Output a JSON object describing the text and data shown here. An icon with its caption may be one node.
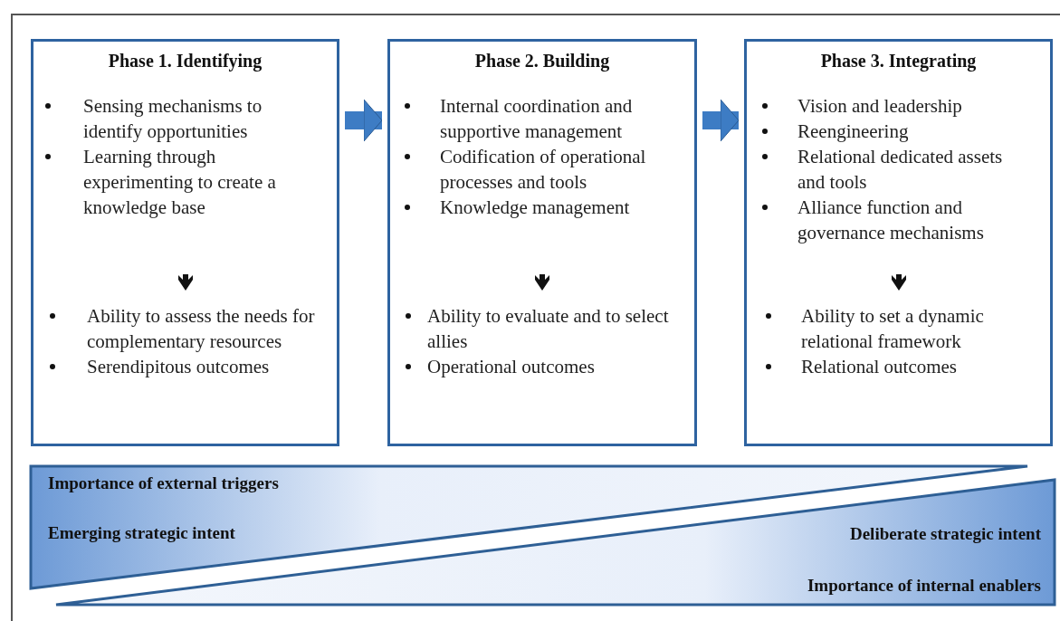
{
  "diagram": {
    "nodes": [
      {
        "text": [
          "Phase 1. Identifying",
          "Sensing mechanisms to identify opportunities",
          "Learning through experimenting to create a knowledge base",
          "Ability to assess the needs for complementary resources",
          "Serendipitous outcomes"
        ]
      },
      {
        "text": [
          "Phase 2. Building",
          "Internal coordination and supportive management",
          "Codification of operational processes and tools",
          "Knowledge management",
          "Ability to evaluate and to select allies",
          "Operational outcomes"
        ]
      },
      {
        "text": [
          "Phase 3.  Integrating",
          "Vision and leadership",
          "Reengineering",
          "Relational dedicated assets and tools",
          "Alliance function and governance mechanisms",
          "Ability to set a dynamic relational framework",
          "Relational outcomes"
        ]
      },
      {
        "text": [
          "Importance of external triggers",
          "Emerging strategic intent"
        ]
      },
      {
        "text": [
          "Deliberate strategic intent",
          "Importance of internal enablers"
        ]
      }
    ],
    "edges": [
      {
        "from": 0,
        "to": 1,
        "arrow": "to"
      },
      {
        "from": 1,
        "to": 2,
        "arrow": "to"
      }
    ]
  }
}
